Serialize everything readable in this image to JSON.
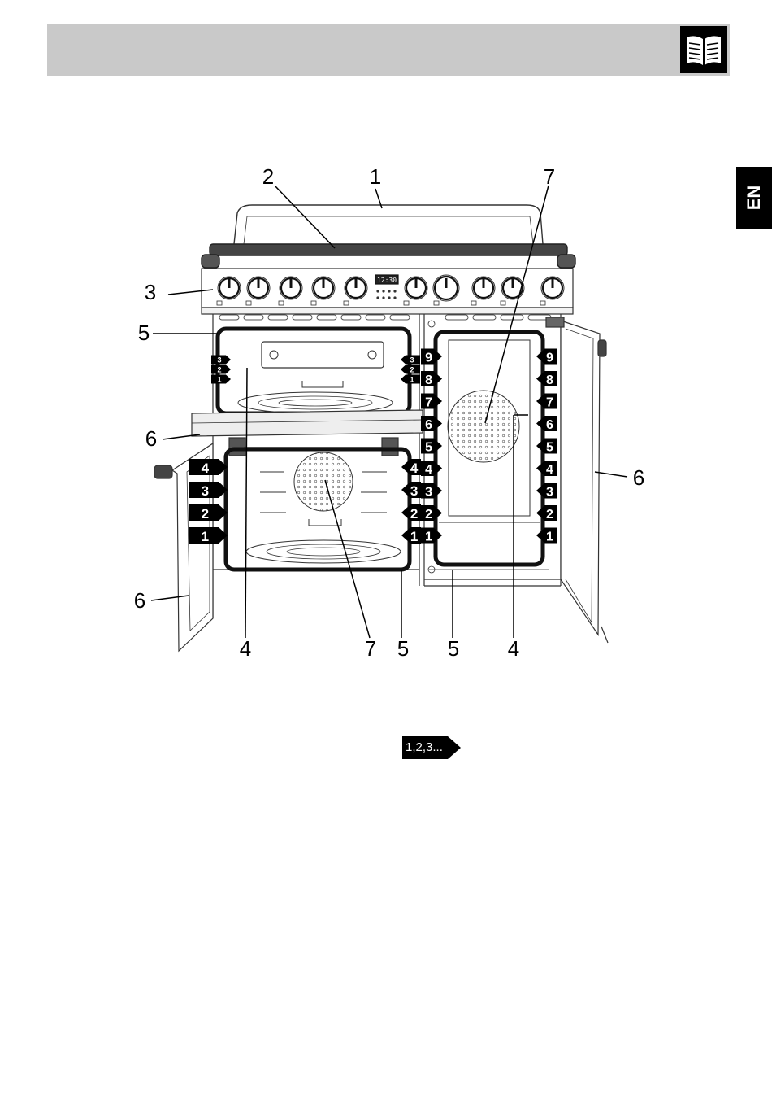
{
  "header": {
    "icon": "open-book-icon"
  },
  "language_tab": {
    "label": "EN"
  },
  "callouts": {
    "hob": "1",
    "cooktop_edge": "2",
    "control_panel": "3",
    "rack_supports": "4",
    "oven_seal": "5",
    "oven_door": "6",
    "fan": "7"
  },
  "left_upper_levels": [
    "3",
    "2",
    "1"
  ],
  "left_lower_levels": [
    "4",
    "3",
    "2",
    "1"
  ],
  "right_levels": [
    "9",
    "8",
    "7",
    "6",
    "5",
    "4",
    "3",
    "2",
    "1"
  ],
  "display_time": "12:30",
  "shelf_reference": {
    "label": "1,2,3..."
  }
}
